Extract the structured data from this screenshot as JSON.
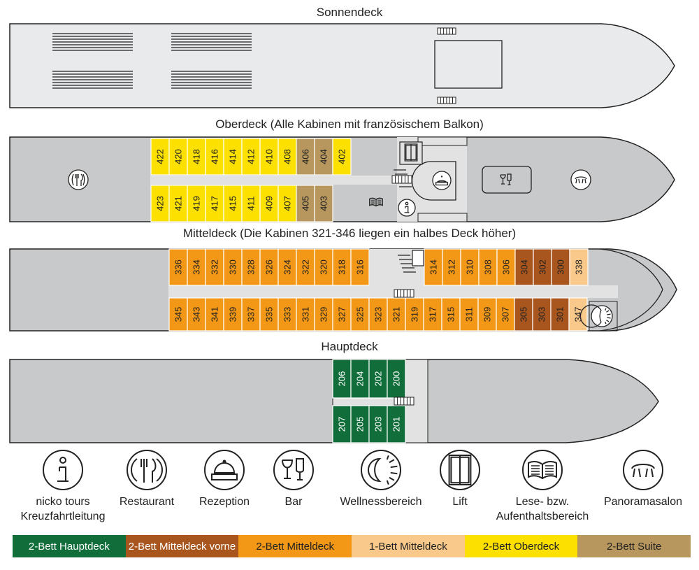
{
  "decks": {
    "sonnendeck": "Sonnendeck",
    "oberdeck": "Oberdeck (Alle Kabinen mit französischem Balkon)",
    "mitteldeck": "Mitteldeck (Die Kabinen 321-346 liegen ein halbes Deck höher)",
    "hauptdeck": "Hauptdeck"
  },
  "colors": {
    "hull": "#c8c9cb",
    "sundeck": "#e9eaeb",
    "oberdeck": "#fce100",
    "suite": "#b7975e",
    "mitteldeck": "#f29716",
    "mitteldeck_vorne": "#a8561d",
    "single": "#f9c98c",
    "hauptdeck": "#116e3a"
  },
  "cabins": {
    "oberdeck_top": [
      {
        "n": "422",
        "c": "oberdeck"
      },
      {
        "n": "420",
        "c": "oberdeck"
      },
      {
        "n": "418",
        "c": "oberdeck"
      },
      {
        "n": "416",
        "c": "oberdeck"
      },
      {
        "n": "414",
        "c": "oberdeck"
      },
      {
        "n": "412",
        "c": "oberdeck"
      },
      {
        "n": "410",
        "c": "oberdeck"
      },
      {
        "n": "408",
        "c": "oberdeck"
      },
      {
        "n": "406",
        "c": "suite"
      },
      {
        "n": "404",
        "c": "suite"
      },
      {
        "n": "402",
        "c": "oberdeck"
      }
    ],
    "oberdeck_bottom": [
      {
        "n": "423",
        "c": "oberdeck"
      },
      {
        "n": "421",
        "c": "oberdeck"
      },
      {
        "n": "419",
        "c": "oberdeck"
      },
      {
        "n": "417",
        "c": "oberdeck"
      },
      {
        "n": "415",
        "c": "oberdeck"
      },
      {
        "n": "411",
        "c": "oberdeck"
      },
      {
        "n": "409",
        "c": "oberdeck"
      },
      {
        "n": "407",
        "c": "oberdeck"
      },
      {
        "n": "405",
        "c": "suite"
      },
      {
        "n": "403",
        "c": "suite"
      }
    ],
    "mitteldeck_top_left": [
      {
        "n": "336",
        "c": "mitteldeck"
      },
      {
        "n": "334",
        "c": "mitteldeck"
      },
      {
        "n": "332",
        "c": "mitteldeck"
      },
      {
        "n": "330",
        "c": "mitteldeck"
      },
      {
        "n": "328",
        "c": "mitteldeck"
      },
      {
        "n": "326",
        "c": "mitteldeck"
      },
      {
        "n": "324",
        "c": "mitteldeck"
      },
      {
        "n": "322",
        "c": "mitteldeck"
      },
      {
        "n": "320",
        "c": "mitteldeck"
      },
      {
        "n": "318",
        "c": "mitteldeck"
      },
      {
        "n": "316",
        "c": "mitteldeck"
      }
    ],
    "mitteldeck_top_right": [
      {
        "n": "314",
        "c": "mitteldeck"
      },
      {
        "n": "312",
        "c": "mitteldeck"
      },
      {
        "n": "310",
        "c": "mitteldeck"
      },
      {
        "n": "308",
        "c": "mitteldeck"
      },
      {
        "n": "306",
        "c": "mitteldeck"
      },
      {
        "n": "304",
        "c": "mitteldeck_vorne"
      },
      {
        "n": "302",
        "c": "mitteldeck_vorne"
      },
      {
        "n": "300",
        "c": "mitteldeck_vorne"
      },
      {
        "n": "338",
        "c": "single"
      }
    ],
    "mitteldeck_bottom": [
      {
        "n": "345",
        "c": "mitteldeck"
      },
      {
        "n": "343",
        "c": "mitteldeck"
      },
      {
        "n": "341",
        "c": "mitteldeck"
      },
      {
        "n": "339",
        "c": "mitteldeck"
      },
      {
        "n": "337",
        "c": "mitteldeck"
      },
      {
        "n": "335",
        "c": "mitteldeck"
      },
      {
        "n": "333",
        "c": "mitteldeck"
      },
      {
        "n": "331",
        "c": "mitteldeck"
      },
      {
        "n": "329",
        "c": "mitteldeck"
      },
      {
        "n": "327",
        "c": "mitteldeck"
      },
      {
        "n": "325",
        "c": "mitteldeck"
      },
      {
        "n": "323",
        "c": "mitteldeck"
      },
      {
        "n": "321",
        "c": "mitteldeck"
      },
      {
        "n": "319",
        "c": "mitteldeck"
      },
      {
        "n": "317",
        "c": "mitteldeck"
      },
      {
        "n": "315",
        "c": "mitteldeck"
      },
      {
        "n": "311",
        "c": "mitteldeck"
      },
      {
        "n": "309",
        "c": "mitteldeck"
      },
      {
        "n": "307",
        "c": "mitteldeck"
      },
      {
        "n": "305",
        "c": "mitteldeck_vorne"
      },
      {
        "n": "303",
        "c": "mitteldeck_vorne"
      },
      {
        "n": "301",
        "c": "mitteldeck_vorne"
      },
      {
        "n": "347",
        "c": "single"
      }
    ],
    "hauptdeck_top": [
      {
        "n": "206",
        "c": "hauptdeck"
      },
      {
        "n": "204",
        "c": "hauptdeck"
      },
      {
        "n": "202",
        "c": "hauptdeck"
      },
      {
        "n": "200",
        "c": "hauptdeck"
      }
    ],
    "hauptdeck_bottom": [
      {
        "n": "207",
        "c": "hauptdeck"
      },
      {
        "n": "205",
        "c": "hauptdeck"
      },
      {
        "n": "203",
        "c": "hauptdeck"
      },
      {
        "n": "201",
        "c": "hauptdeck"
      }
    ]
  },
  "legend_icons": [
    {
      "icon": "info-icon",
      "label": "nicko tours\nKreuzfahrtleitung"
    },
    {
      "icon": "restaurant-icon",
      "label": "Restaurant"
    },
    {
      "icon": "reception-bell-icon",
      "label": "Rezeption"
    },
    {
      "icon": "bar-glasses-icon",
      "label": "Bar"
    },
    {
      "icon": "wellness-sun-icon",
      "label": "Wellnessbereich"
    },
    {
      "icon": "lift-icon",
      "label": "Lift"
    },
    {
      "icon": "reading-book-icon",
      "label": "Lese- bzw.\nAufenthaltsbereich"
    },
    {
      "icon": "panorama-lounge-icon",
      "label": "Panoramasalon"
    }
  ],
  "cabin_legend": [
    {
      "label": "2-Bett Hauptdeck",
      "c": "hauptdeck",
      "text": "#ffffff"
    },
    {
      "label": "2-Bett Mitteldeck vorne",
      "c": "mitteldeck_vorne",
      "text": "#ffffff"
    },
    {
      "label": "2-Bett Mitteldeck",
      "c": "mitteldeck",
      "text": "#222222"
    },
    {
      "label": "1-Bett Mitteldeck",
      "c": "single",
      "text": "#222222"
    },
    {
      "label": "2-Bett Oberdeck",
      "c": "oberdeck",
      "text": "#222222"
    },
    {
      "label": "2-Bett Suite",
      "c": "suite",
      "text": "#222222"
    }
  ]
}
